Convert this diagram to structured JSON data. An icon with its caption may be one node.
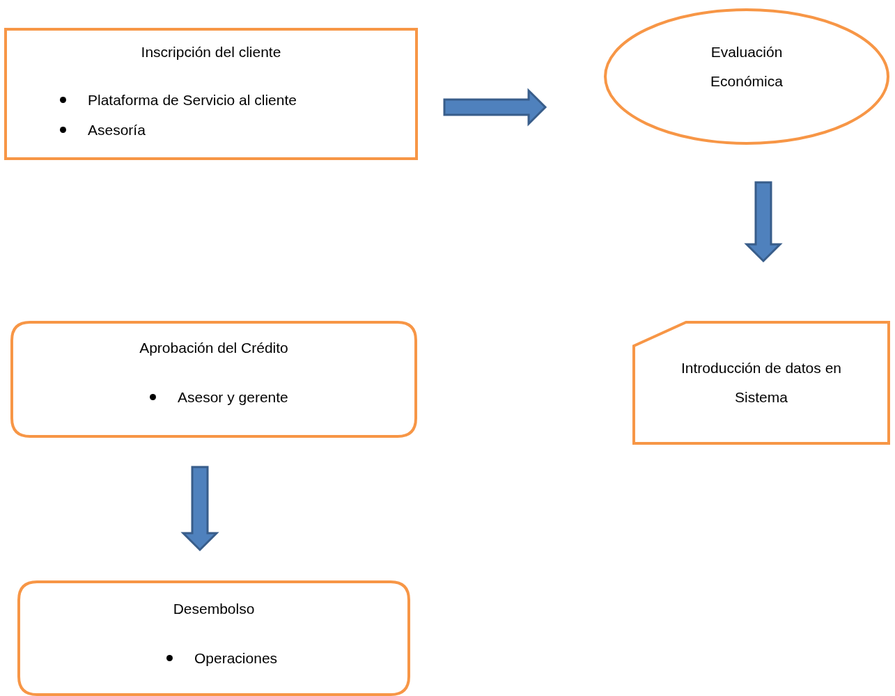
{
  "diagram": {
    "nodes": [
      {
        "text": [
          "Inscripción del cliente",
          "Plataforma de Servicio al cliente",
          "Asesoría"
        ]
      },
      {
        "text": [
          "Evaluación Económica"
        ]
      },
      {
        "text": [
          "Introducción de datos en Sistema"
        ]
      },
      {
        "text": [
          "Aprobación del Crédito",
          "Asesor y gerente"
        ]
      },
      {
        "text": [
          "Desembolso",
          "Operaciones"
        ]
      }
    ],
    "edges": [
      {
        "from": 0,
        "to": 1,
        "arrow": "to"
      },
      {
        "from": 1,
        "to": 2,
        "arrow": "to"
      },
      {
        "from": 3,
        "to": 4,
        "arrow": "to"
      }
    ]
  }
}
